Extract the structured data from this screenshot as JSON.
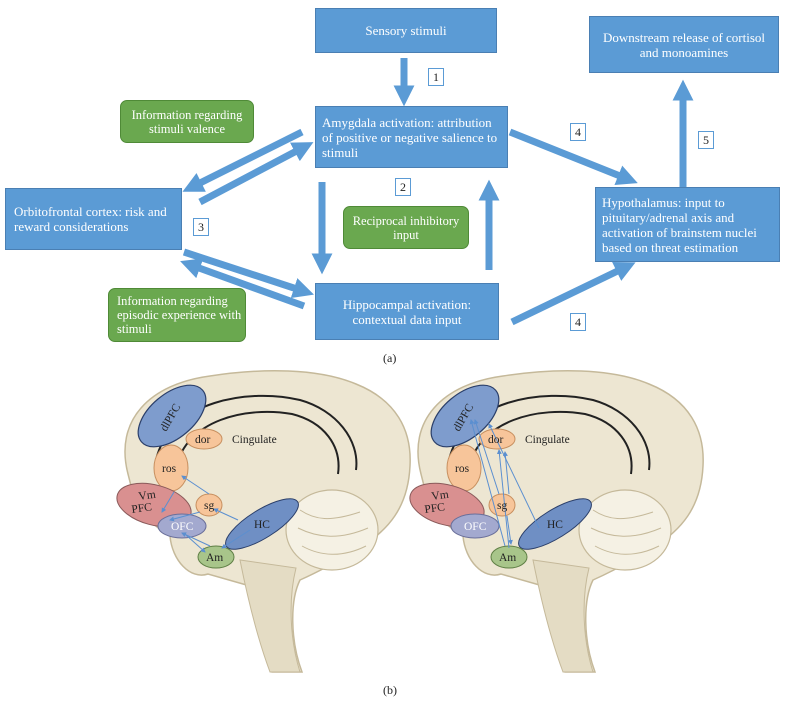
{
  "panel_a": {
    "label": "(a)",
    "boxes": {
      "sensory": "Sensory stimuli",
      "downstream": "Downstream release of cortisol and monoamines",
      "amygdala": "Amygdala activation: attribution of positive or negative salience to stimuli",
      "orbitofrontal": "Orbitofrontal cortex: risk and reward considerations",
      "hypothalamus": "Hypothalamus: input to pituitary/adrenal axis and activation of brainstem nuclei based on threat estimation",
      "hippocampal": "Hippocampal activation: contextual data input"
    },
    "notes": {
      "valence": "Information regarding stimuli valence",
      "reciprocal": "Reciprocal inhibitory input",
      "episodic": "Information regarding episodic experience with stimuli"
    },
    "numbers": {
      "n1": "1",
      "n2": "2",
      "n3": "3",
      "n4a": "4",
      "n4b": "4",
      "n5": "5"
    }
  },
  "panel_b": {
    "label": "(b)",
    "left_brain": {
      "dlpfc": "dlPFC",
      "dor": "dor",
      "cingulate": "Cingulate",
      "ros": "ros",
      "vm": "Vm",
      "pfc": "PFC",
      "sg": "sg",
      "ofc": "OFC",
      "hc": "HC",
      "am": "Am"
    },
    "right_brain": {
      "dlpfc": "dlPFC",
      "dor": "dor",
      "cingulate": "Cingulate",
      "ros": "ros",
      "vm": "Vm",
      "pfc": "PFC",
      "sg": "sg",
      "ofc": "OFC",
      "hc": "HC",
      "am": "Am"
    }
  },
  "colors": {
    "box_blue": "#5b9bd5",
    "note_green": "#6aa84f",
    "arrow_blue": "#5b9bd5",
    "pfc_blue": "#6f8fc4",
    "node_orange": "#f7c59a",
    "vmpfc_red": "#d99090",
    "am_green": "#a8c58a"
  }
}
